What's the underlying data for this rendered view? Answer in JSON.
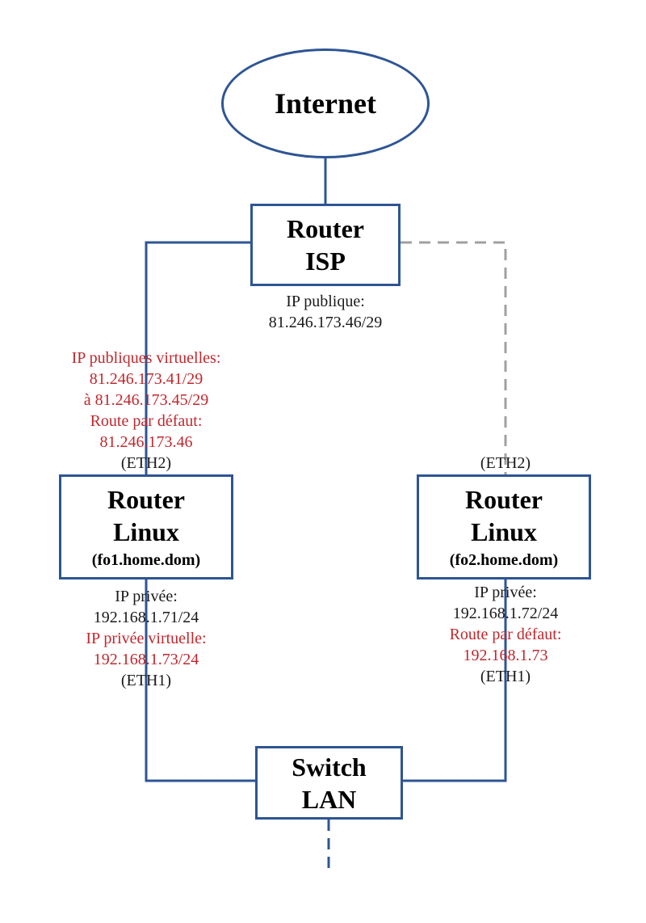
{
  "colors": {
    "link": "#2e5594",
    "backup_link": "#a0a0a0",
    "red_text": "#c1272d",
    "black_text": "#1a1a1a"
  },
  "internet": {
    "label": "Internet"
  },
  "router_isp": {
    "line1": "Router",
    "line2": "ISP",
    "public_ip_label": "IP publique:",
    "public_ip": "81.246.173.46/29"
  },
  "router_fo1": {
    "line1": "Router",
    "line2": "Linux",
    "hostname": "(fo1.home.dom)",
    "virtual_public_ips_label": "IP publiques virtuelles:",
    "virtual_public_ip_start": "81.246.173.41/29",
    "virtual_public_ip_end": "à 81.246.173.45/29",
    "default_route_label": "Route par défaut:",
    "default_route": "81.246.173.46",
    "wan_iface": "(ETH2)",
    "private_ip_label": "IP privée:",
    "private_ip": "192.168.1.71/24",
    "virtual_private_ip_label": "IP privée virtuelle:",
    "virtual_private_ip": "192.168.1.73/24",
    "lan_iface": "(ETH1)"
  },
  "router_fo2": {
    "line1": "Router",
    "line2": "Linux",
    "hostname": "(fo2.home.dom)",
    "wan_iface": "(ETH2)",
    "private_ip_label": "IP privée:",
    "private_ip": "192.168.1.72/24",
    "default_route_label": "Route par défaut:",
    "default_route": "192.168.1.73",
    "lan_iface": "(ETH1)"
  },
  "switch": {
    "line1": "Switch",
    "line2": "LAN"
  }
}
